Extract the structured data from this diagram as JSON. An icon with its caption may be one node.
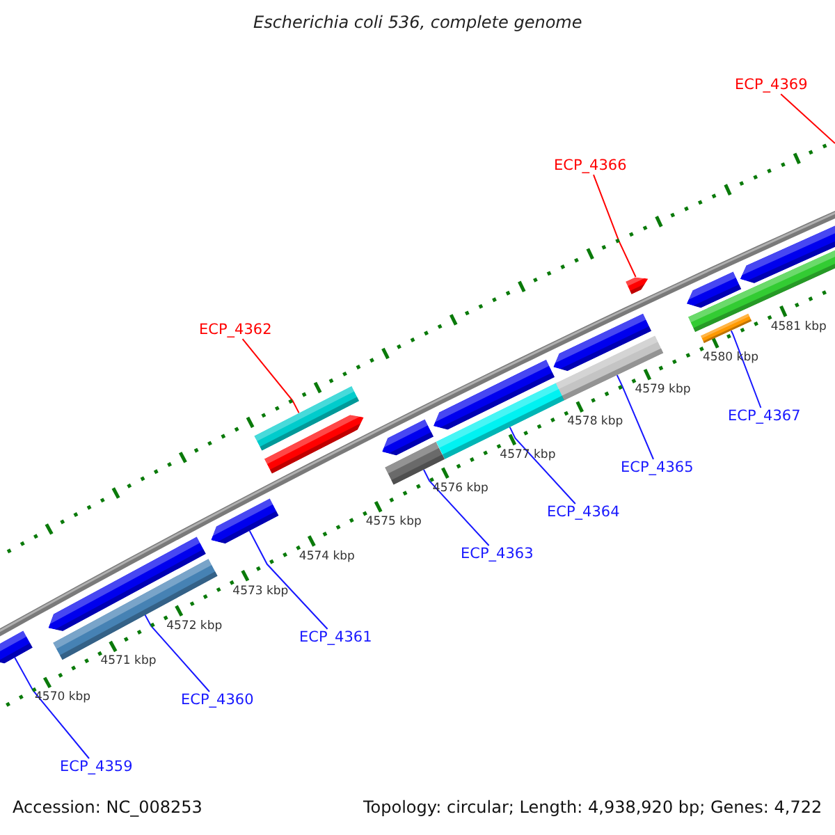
{
  "diagram": {
    "title": "Escherichia coli 536, complete genome",
    "nodes": [
      {
        "text": [
          "ECP_4359"
        ]
      },
      {
        "text": [
          "ECP_4360"
        ]
      },
      {
        "text": [
          "ECP_4361"
        ]
      },
      {
        "text": [
          "ECP_4362"
        ]
      },
      {
        "text": [
          "ECP_4363"
        ]
      },
      {
        "text": [
          "ECP_4364"
        ]
      },
      {
        "text": [
          "ECP_4365"
        ]
      },
      {
        "text": [
          "ECP_4366"
        ]
      },
      {
        "text": [
          "ECP_4367"
        ]
      },
      {
        "text": [
          "ECP_4369"
        ]
      },
      {
        "text": [],
        "shape": "arrow"
      },
      {
        "text": [],
        "shape": "arrow"
      },
      {
        "text": [],
        "shape": "bar"
      },
      {
        "text": [],
        "shape": "arrow"
      },
      {
        "text": [],
        "shape": "bar"
      },
      {
        "text": [],
        "shape": "arrow"
      },
      {
        "text": [],
        "shape": "arrow"
      },
      {
        "text": [],
        "shape": "bar"
      },
      {
        "text": [],
        "shape": "arrow"
      },
      {
        "text": [],
        "shape": "bar"
      },
      {
        "text": [],
        "shape": "arrow"
      },
      {
        "text": [],
        "shape": "bar"
      },
      {
        "text": [],
        "shape": "arrow"
      },
      {
        "text": [],
        "shape": "arrow"
      },
      {
        "text": [],
        "shape": "bar"
      },
      {
        "text": [],
        "shape": "bar"
      },
      {
        "text": [],
        "shape": "arrow"
      }
    ],
    "edges": [
      {
        "from": 0,
        "to": 10,
        "arrow": "none"
      },
      {
        "from": 1,
        "to": 12,
        "arrow": "none"
      },
      {
        "from": 2,
        "to": 13,
        "arrow": "none"
      },
      {
        "from": 3,
        "to": 14,
        "arrow": "none",
        "color": "#ff0000"
      },
      {
        "from": 4,
        "to": 17,
        "arrow": "none"
      },
      {
        "from": 5,
        "to": 19,
        "arrow": "none"
      },
      {
        "from": 6,
        "to": 21,
        "arrow": "none"
      },
      {
        "from": 7,
        "to": 22,
        "arrow": "none",
        "color": "#ff0000"
      },
      {
        "from": 8,
        "to": 25,
        "arrow": "none"
      },
      {
        "from": 9,
        "to": null,
        "arrow": "none",
        "color": "#ff0000"
      }
    ],
    "labels": [
      "4570 kbp",
      "4571 kbp",
      "4572 kbp",
      "4573 kbp",
      "4574 kbp",
      "4575 kbp",
      "4576 kbp",
      "4577 kbp",
      "4578 kbp",
      "4579 kbp",
      "4580 kbp",
      "4581 kbp",
      "Accession: NC_008253",
      "Topology: circular; Length: 4,938,920 bp; Genes: 4,722"
    ]
  }
}
